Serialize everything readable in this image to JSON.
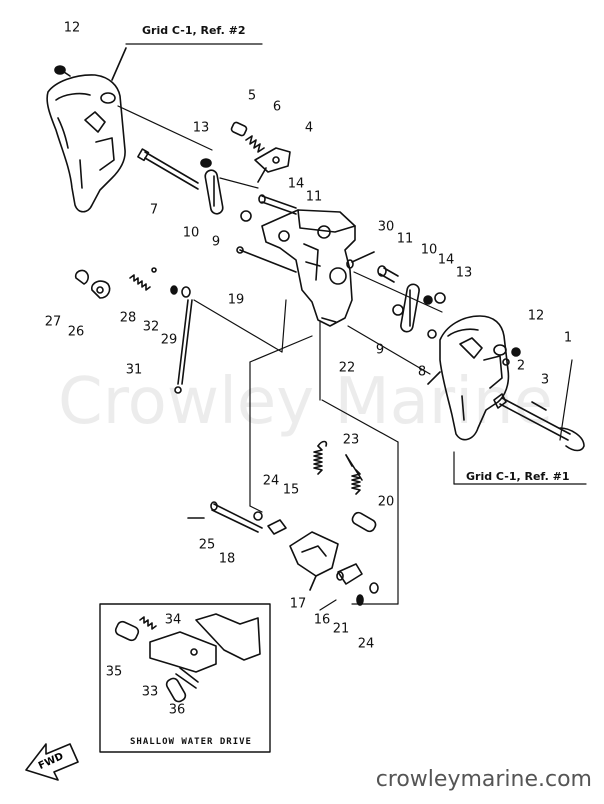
{
  "diagram": {
    "part_numbers": [
      {
        "id": "n12a",
        "text": "12"
      },
      {
        "id": "n5",
        "text": "5"
      },
      {
        "id": "n6",
        "text": "6"
      },
      {
        "id": "n13a",
        "text": "13"
      },
      {
        "id": "n4",
        "text": "4"
      },
      {
        "id": "n14a",
        "text": "14"
      },
      {
        "id": "n11a",
        "text": "11"
      },
      {
        "id": "n7",
        "text": "7"
      },
      {
        "id": "n10a",
        "text": "10"
      },
      {
        "id": "n9a",
        "text": "9"
      },
      {
        "id": "n30",
        "text": "30"
      },
      {
        "id": "n11b",
        "text": "11"
      },
      {
        "id": "n10b",
        "text": "10"
      },
      {
        "id": "n14b",
        "text": "14"
      },
      {
        "id": "n13b",
        "text": "13"
      },
      {
        "id": "n19",
        "text": "19"
      },
      {
        "id": "n27",
        "text": "27"
      },
      {
        "id": "n26",
        "text": "26"
      },
      {
        "id": "n28",
        "text": "28"
      },
      {
        "id": "n32",
        "text": "32"
      },
      {
        "id": "n29",
        "text": "29"
      },
      {
        "id": "n31",
        "text": "31"
      },
      {
        "id": "n9b",
        "text": "9"
      },
      {
        "id": "n22",
        "text": "22"
      },
      {
        "id": "n8",
        "text": "8"
      },
      {
        "id": "n12b",
        "text": "12"
      },
      {
        "id": "n1",
        "text": "1"
      },
      {
        "id": "n2",
        "text": "2"
      },
      {
        "id": "n3",
        "text": "3"
      },
      {
        "id": "n23",
        "text": "23"
      },
      {
        "id": "n24a",
        "text": "24"
      },
      {
        "id": "n15",
        "text": "15"
      },
      {
        "id": "n20",
        "text": "20"
      },
      {
        "id": "n25",
        "text": "25"
      },
      {
        "id": "n18",
        "text": "18"
      },
      {
        "id": "n17",
        "text": "17"
      },
      {
        "id": "n16",
        "text": "16"
      },
      {
        "id": "n21",
        "text": "21"
      },
      {
        "id": "n24b",
        "text": "24"
      },
      {
        "id": "n34",
        "text": "34"
      },
      {
        "id": "n35",
        "text": "35"
      },
      {
        "id": "n33",
        "text": "33"
      },
      {
        "id": "n36",
        "text": "36"
      }
    ],
    "grid_ref_2": "Grid C-1, Ref. #2",
    "grid_ref_1": "Grid C-1, Ref. #1",
    "inset_caption": "SHALLOW WATER DRIVE",
    "fwd_label": "FWD",
    "watermark": "Crowley Marine",
    "site_url": "crowleymarine.com"
  }
}
